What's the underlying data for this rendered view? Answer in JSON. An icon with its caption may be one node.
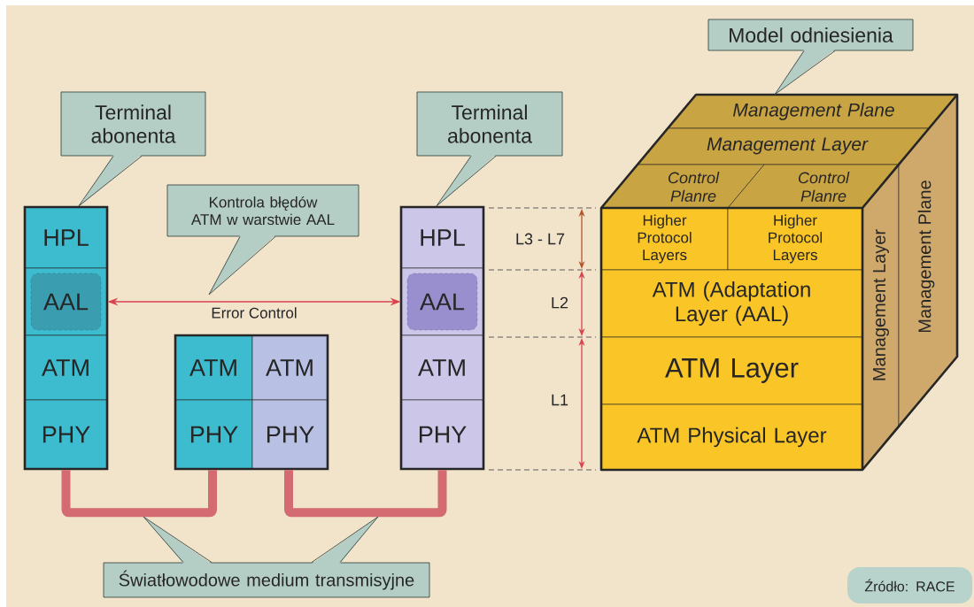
{
  "diagram": {
    "nodes": [
      {
        "text": [
          "Model odniesienia"
        ]
      },
      {
        "text": [
          "Terminal abonenta"
        ]
      },
      {
        "text": [
          "Terminal abonenta"
        ]
      },
      {
        "text": [
          "Kontrola błędów ATM w warstwie AAL"
        ]
      },
      {
        "text": [],
        "shape": "box"
      },
      {
        "text": [
          "HPL"
        ],
        "in": 4
      },
      {
        "text": [
          "AAL"
        ],
        "in": 4
      },
      {
        "text": [
          "ATM"
        ],
        "in": 4
      },
      {
        "text": [
          "PHY"
        ],
        "in": 4
      },
      {
        "text": [],
        "shape": "box"
      },
      {
        "text": [
          "ATM"
        ],
        "in": 9
      },
      {
        "text": [
          "ATM"
        ],
        "in": 9
      },
      {
        "text": [
          "PHY"
        ],
        "in": 9
      },
      {
        "text": [
          "PHY"
        ],
        "in": 9
      },
      {
        "text": [],
        "shape": "box"
      },
      {
        "text": [
          "HPL"
        ],
        "in": 14
      },
      {
        "text": [
          "AAL"
        ],
        "in": 14
      },
      {
        "text": [
          "ATM"
        ],
        "in": 14
      },
      {
        "text": [
          "PHY"
        ],
        "in": 14
      },
      {
        "text": [],
        "shape": "cube"
      },
      {
        "text": [
          "Management Plane"
        ],
        "in": 19
      },
      {
        "text": [
          "Management Layer"
        ],
        "in": 19
      },
      {
        "text": [
          "Control Planre"
        ],
        "in": 19
      },
      {
        "text": [
          "Control Planre"
        ],
        "in": 19
      },
      {
        "text": [
          "Higher Protocol Layers"
        ],
        "in": 19
      },
      {
        "text": [
          "Higher Protocol Layers"
        ],
        "in": 19
      },
      {
        "text": [
          "ATM (Adaptation Layer (AAL)"
        ],
        "in": 19
      },
      {
        "text": [
          "ATM Layer"
        ],
        "in": 19
      },
      {
        "text": [
          "ATM Physical Layer"
        ],
        "in": 19
      },
      {
        "text": [
          "Management Layer"
        ],
        "in": 19
      },
      {
        "text": [
          "Management Plane"
        ],
        "in": 19
      },
      {
        "text": [
          "Światłowodowe medium transmisyjne"
        ]
      },
      {
        "text": [
          "Źródło: RACE"
        ]
      }
    ],
    "edges": [
      {
        "from": 0,
        "to": 19,
        "arrow": "none"
      },
      {
        "from": 1,
        "to": 4,
        "arrow": "none"
      },
      {
        "from": 2,
        "to": 14,
        "arrow": "none"
      },
      {
        "from": 3,
        "to": null,
        "arrow": "none"
      },
      {
        "from": 6,
        "to": 16,
        "arrow": "both",
        "label": "Error Control",
        "color": "#d9434f"
      },
      {
        "from": 4,
        "to": 9,
        "arrow": "none",
        "style": "thick",
        "color": "#d46b73"
      },
      {
        "from": 9,
        "to": 14,
        "arrow": "none",
        "style": "thick",
        "color": "#d46b73"
      },
      {
        "from": 31,
        "to": null,
        "arrow": "none"
      },
      {
        "from": 31,
        "to": null,
        "arrow": "none"
      }
    ],
    "labels": [
      "L3 - L7",
      "L2",
      "L1"
    ]
  }
}
